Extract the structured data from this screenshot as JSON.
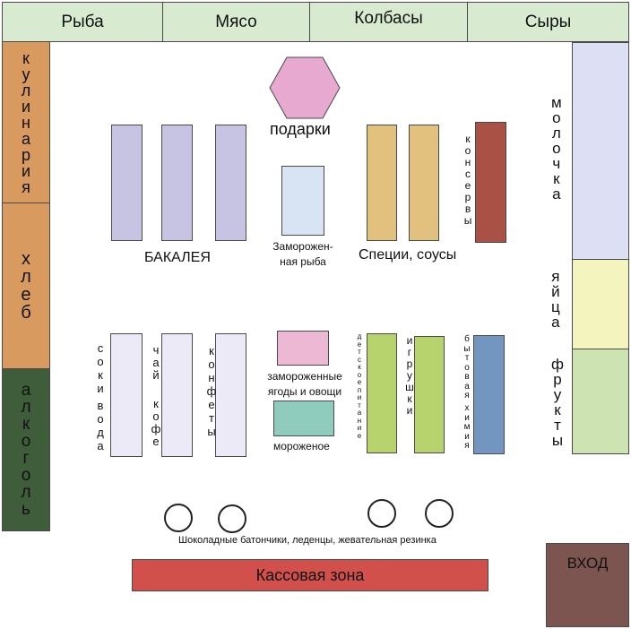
{
  "top_sections": [
    "Рыба",
    "Мясо",
    "Колбасы",
    "Сыры"
  ],
  "left_sections": [
    "кулинария",
    "хлеб",
    "алкоголь"
  ],
  "right_sections": [
    "молочка",
    "яйца",
    "фрукты"
  ],
  "gifts": "подарки",
  "bakaleya": "БАКАЛЕЯ",
  "frozen_fish": [
    "Заморожен-",
    "ная рыба"
  ],
  "spices": "Специи, соусы",
  "canned": "консервы",
  "juice": [
    "соки",
    "вода"
  ],
  "tea": [
    "чай",
    "кофе"
  ],
  "candy": "конфеты",
  "frozen_berries": [
    "замороженные",
    "ягоды и овощи"
  ],
  "ice_cream": "мороженое",
  "baby_food": "детское питание",
  "toys": "игрушки",
  "household": [
    "бытовая",
    "химия"
  ],
  "impulse": "Шоколадные батончики, леденцы, жевательная резинка",
  "checkout": "Кассовая зона",
  "entrance": "ВХОД",
  "colors": {
    "top": "#d8ebd1",
    "culinary": "#d99a5f",
    "bread": "#d99a5f",
    "alcohol": "#3f5c3b",
    "dairy": "#dde0f4",
    "eggs": "#f4f4bf",
    "fruit": "#cde3b1",
    "gifts": "#e8a9d1",
    "bakaleya": "#c6c3e3",
    "frozen_fish": "#d8e3f4",
    "spices": "#e2c07e",
    "canned": "#a95145",
    "juice": "#eceaf6",
    "frozen_berries": "#edb8d4",
    "ice_cream": "#8fccbd",
    "baby_food": "#b7d36e",
    "household": "#7396c0",
    "checkout": "#d2504c",
    "entrance": "#7d5550"
  }
}
